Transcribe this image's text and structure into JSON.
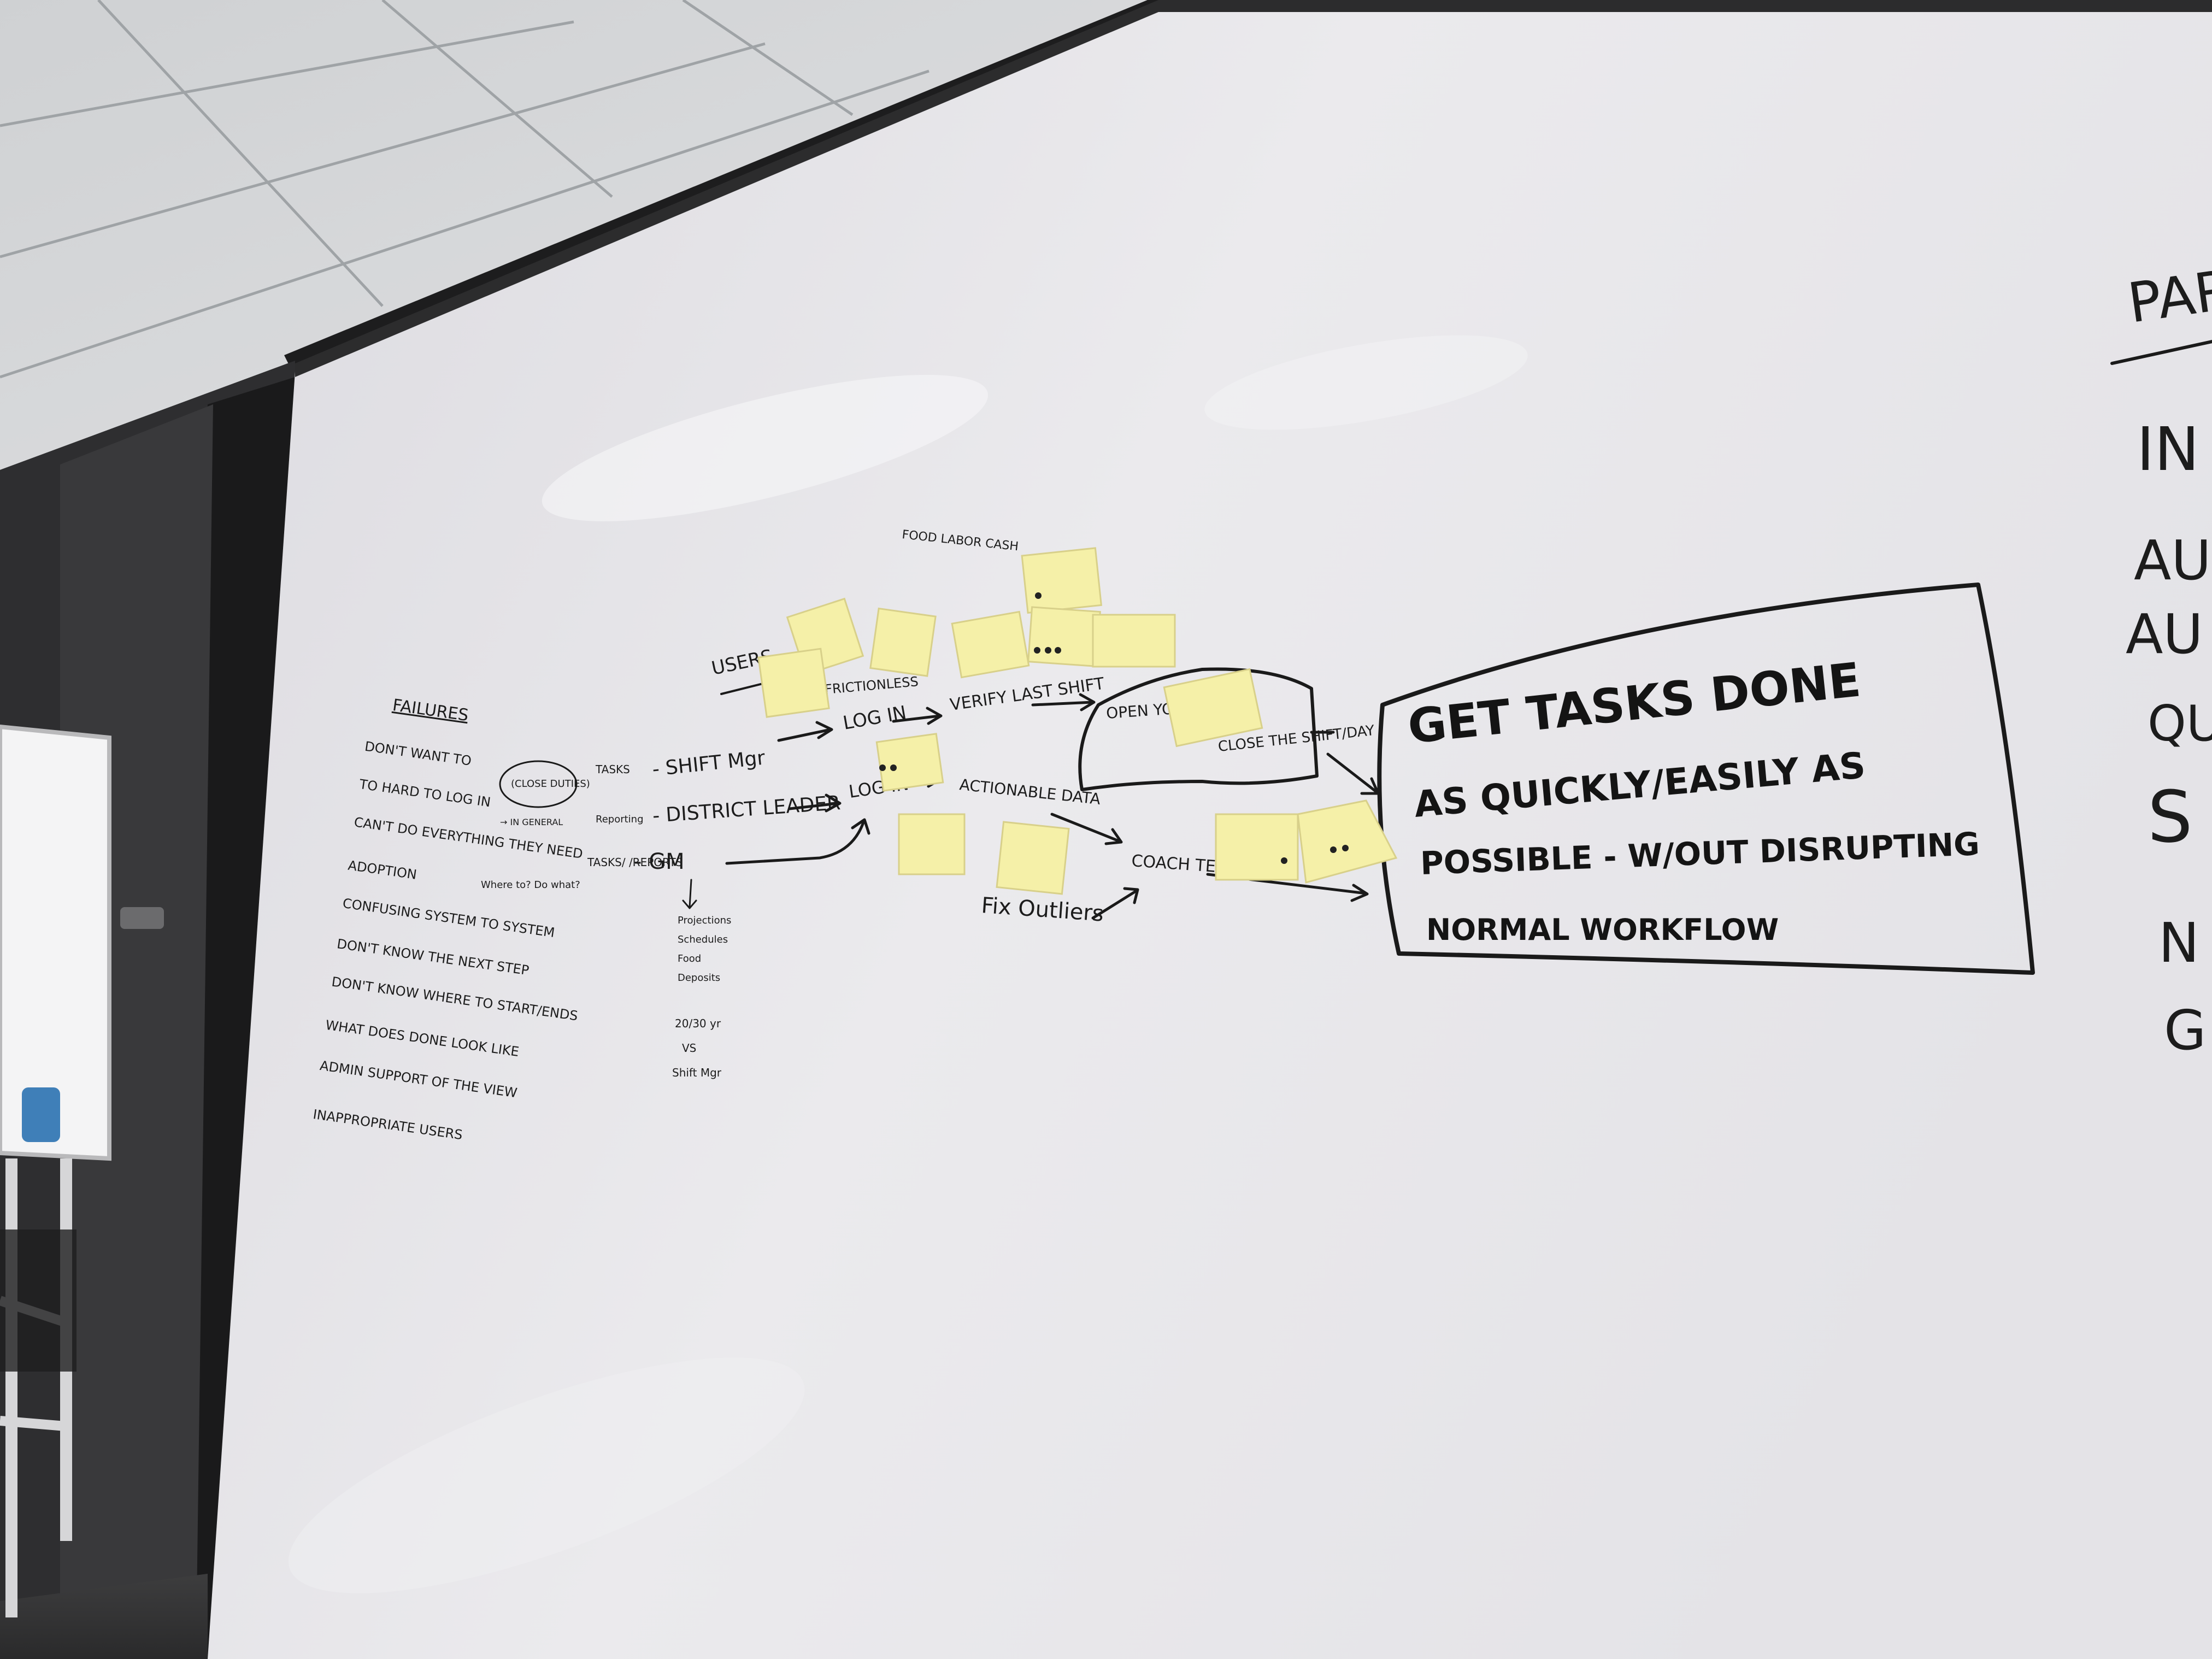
{
  "colors": {
    "whiteboard": "#e7e6e9",
    "ceiling": "#d7d9db",
    "frame": "#1f1f20",
    "sticky_note": "#f5f0a8",
    "ink": "#1a1a1a"
  },
  "failures": {
    "title": "FAILURES",
    "items": [
      "DON'T WANT TO",
      "TO HARD TO LOG IN",
      "CAN'T DO EVERYTHING THEY NEED",
      "ADOPTION",
      "CONFUSING SYSTEM TO SYSTEM",
      "DON'T KNOW THE NEXT STEP",
      "DON'T KNOW WHERE TO START/ENDS",
      "WHAT DOES DONE LOOK LIKE",
      "ADMIN SUPPORT OF THE VIEW",
      "INAPPROPRIATE USERS"
    ],
    "side_note_close_duties": "(CLOSE DUTIES)",
    "side_note_general": "→ IN GENERAL",
    "side_note_where_to": "Where to? Do what?"
  },
  "users": {
    "heading": "USERS",
    "rows": [
      {
        "category": "TASKS",
        "role": "- SHIFT Mgr"
      },
      {
        "category": "Reporting",
        "role": "- DISTRICT LEADER"
      },
      {
        "category": "TASKS/ /REPORTS",
        "role": "- GM"
      }
    ],
    "gm_list": [
      "Projections",
      "Schedules",
      "Food",
      "Deposits"
    ],
    "gm_compare": [
      "20/30 yr",
      "VS",
      "Shift Mgr"
    ]
  },
  "flow": {
    "friction_label": "FRICTIONLESS",
    "log_in_1": "LOG IN",
    "log_in_2": "LOG IN",
    "verify": "VERIFY LAST SHIFT",
    "food_labor_cash": "FOOD LABOR CASH",
    "open_shift": "OPEN YOUR SHIFT",
    "close_shift": "CLOSE THE SHIFT/DAY",
    "actionable": "ACTIONABLE DATA",
    "coach": "COACH TEACH",
    "fix_outliers": "Fix Outliers"
  },
  "goal": {
    "lines": [
      "GET TASKS DONE",
      "AS QUICKLY/EASILY AS",
      "POSSIBLE - W/OUT DISRUPTING",
      "NORMAL WORKFLOW"
    ]
  },
  "right_edge": {
    "fragments": [
      "PAR",
      "IN",
      "AU",
      "AU",
      "QU",
      "S",
      "N",
      "G"
    ]
  }
}
